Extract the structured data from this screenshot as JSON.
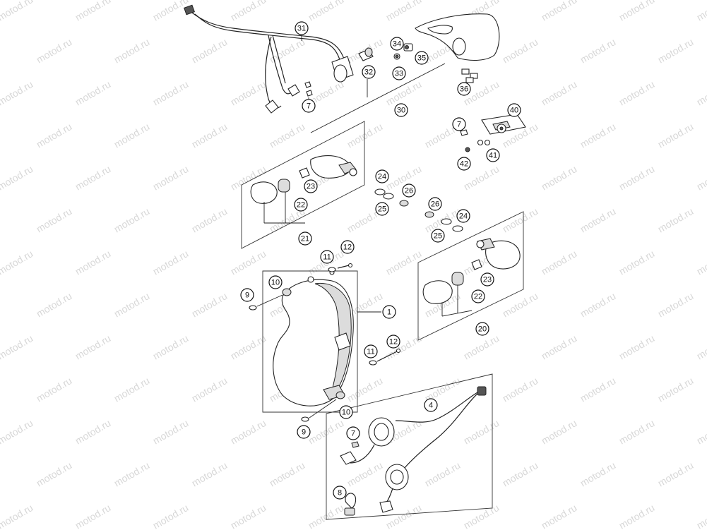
{
  "watermark": "motod.ru",
  "callouts": [
    {
      "id": "c31",
      "label": "31"
    },
    {
      "id": "c34",
      "label": "34"
    },
    {
      "id": "c35",
      "label": "35"
    },
    {
      "id": "c33",
      "label": "33"
    },
    {
      "id": "c32",
      "label": "32"
    },
    {
      "id": "c30",
      "label": "30"
    },
    {
      "id": "c36",
      "label": "36"
    },
    {
      "id": "c40",
      "label": "40"
    },
    {
      "id": "c7a",
      "label": "7"
    },
    {
      "id": "c7b",
      "label": "7"
    },
    {
      "id": "c41",
      "label": "41"
    },
    {
      "id": "c42",
      "label": "42"
    },
    {
      "id": "c24a",
      "label": "24"
    },
    {
      "id": "c26a",
      "label": "26"
    },
    {
      "id": "c25a",
      "label": "25"
    },
    {
      "id": "c26b",
      "label": "26"
    },
    {
      "id": "c24b",
      "label": "24"
    },
    {
      "id": "c25b",
      "label": "25"
    },
    {
      "id": "c23a",
      "label": "23"
    },
    {
      "id": "c22a",
      "label": "22"
    },
    {
      "id": "c21",
      "label": "21"
    },
    {
      "id": "c11a",
      "label": "11"
    },
    {
      "id": "c12a",
      "label": "12"
    },
    {
      "id": "c10a",
      "label": "10"
    },
    {
      "id": "c9a",
      "label": "9"
    },
    {
      "id": "c1",
      "label": "1"
    },
    {
      "id": "c23b",
      "label": "23"
    },
    {
      "id": "c22b",
      "label": "22"
    },
    {
      "id": "c20",
      "label": "20"
    },
    {
      "id": "c12b",
      "label": "12"
    },
    {
      "id": "c11b",
      "label": "11"
    },
    {
      "id": "c4",
      "label": "4"
    },
    {
      "id": "c10b",
      "label": "10"
    },
    {
      "id": "c9b",
      "label": "9"
    },
    {
      "id": "c7c",
      "label": "7"
    },
    {
      "id": "c8",
      "label": "8"
    }
  ]
}
